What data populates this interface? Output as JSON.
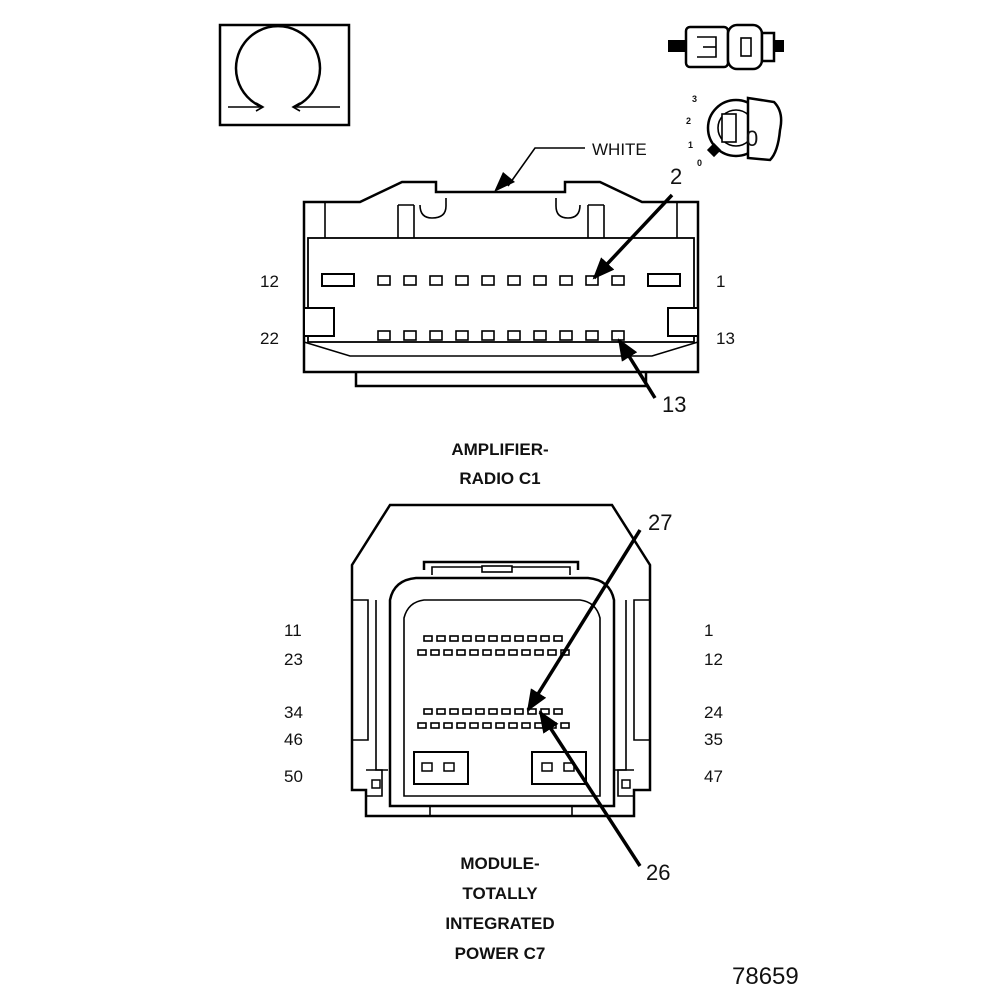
{
  "connector_c1": {
    "wire_color_label": "WHITE",
    "pin_labels": {
      "top_left": "12",
      "top_right": "1",
      "bottom_left": "22",
      "bottom_right": "13"
    },
    "callouts": {
      "upper": "2",
      "lower": "13"
    },
    "caption_line1": "AMPLIFIER-",
    "caption_line2": "RADIO C1"
  },
  "connector_c7": {
    "pin_labels": {
      "row1_left": "11",
      "row1_right": "1",
      "row2_left": "23",
      "row2_right": "12",
      "row3_left": "34",
      "row3_right": "24",
      "row4_left": "46",
      "row4_right": "35",
      "row5_left": "50",
      "row5_right": "47"
    },
    "callouts": {
      "upper": "27",
      "lower": "26"
    },
    "caption_line1": "MODULE-",
    "caption_line2": "TOTALLY",
    "caption_line3": "INTEGRATED",
    "caption_line4": "POWER C7"
  },
  "ignition_switch": {
    "positions": [
      "3",
      "2",
      "1",
      "0"
    ],
    "key_label": "0"
  },
  "figure_number": "78659",
  "icons": [
    "ohm-resistance-icon",
    "connector-plug-icon",
    "ignition-key-icon"
  ]
}
